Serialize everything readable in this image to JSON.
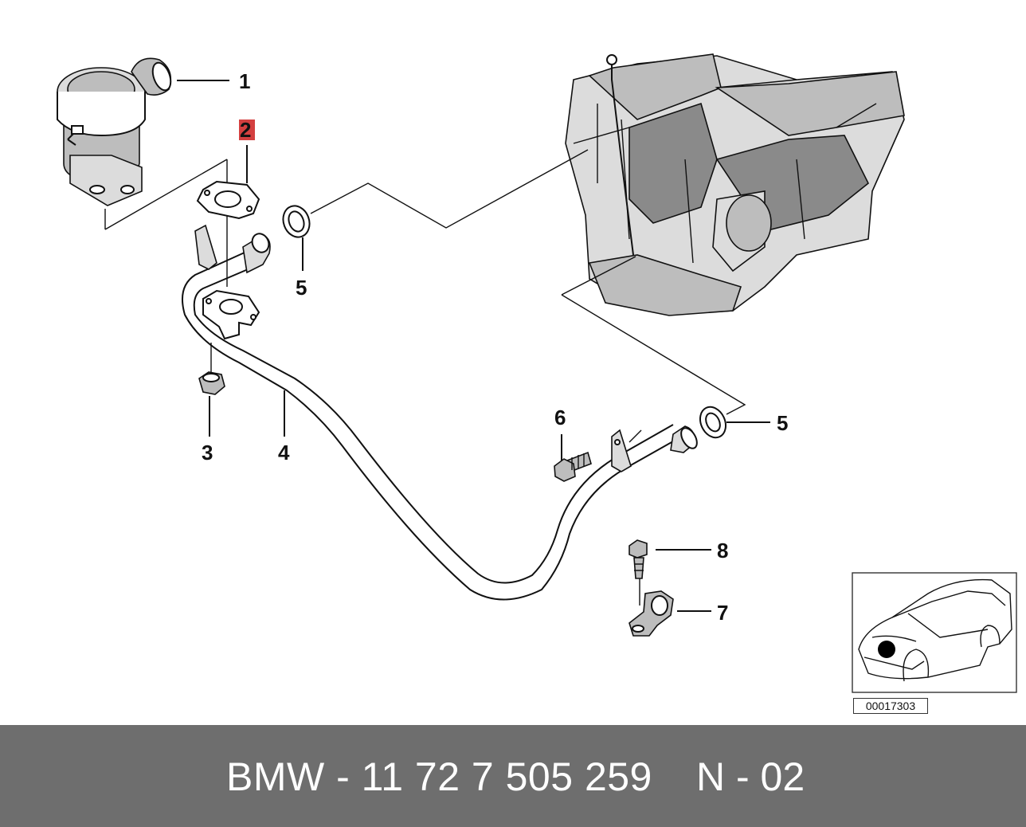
{
  "callouts": {
    "c1": "1",
    "c2": "2",
    "c3": "3",
    "c4": "4",
    "c5a": "5",
    "c5b": "5",
    "c6": "6",
    "c7": "7",
    "c8": "8"
  },
  "highlight_color": "#cc1f1f",
  "reference_number": "00017303",
  "footer": {
    "part_number": "BMW - 11 72 7 505 259",
    "section_code": "N - 02",
    "background_color": "#6e6e6e"
  }
}
